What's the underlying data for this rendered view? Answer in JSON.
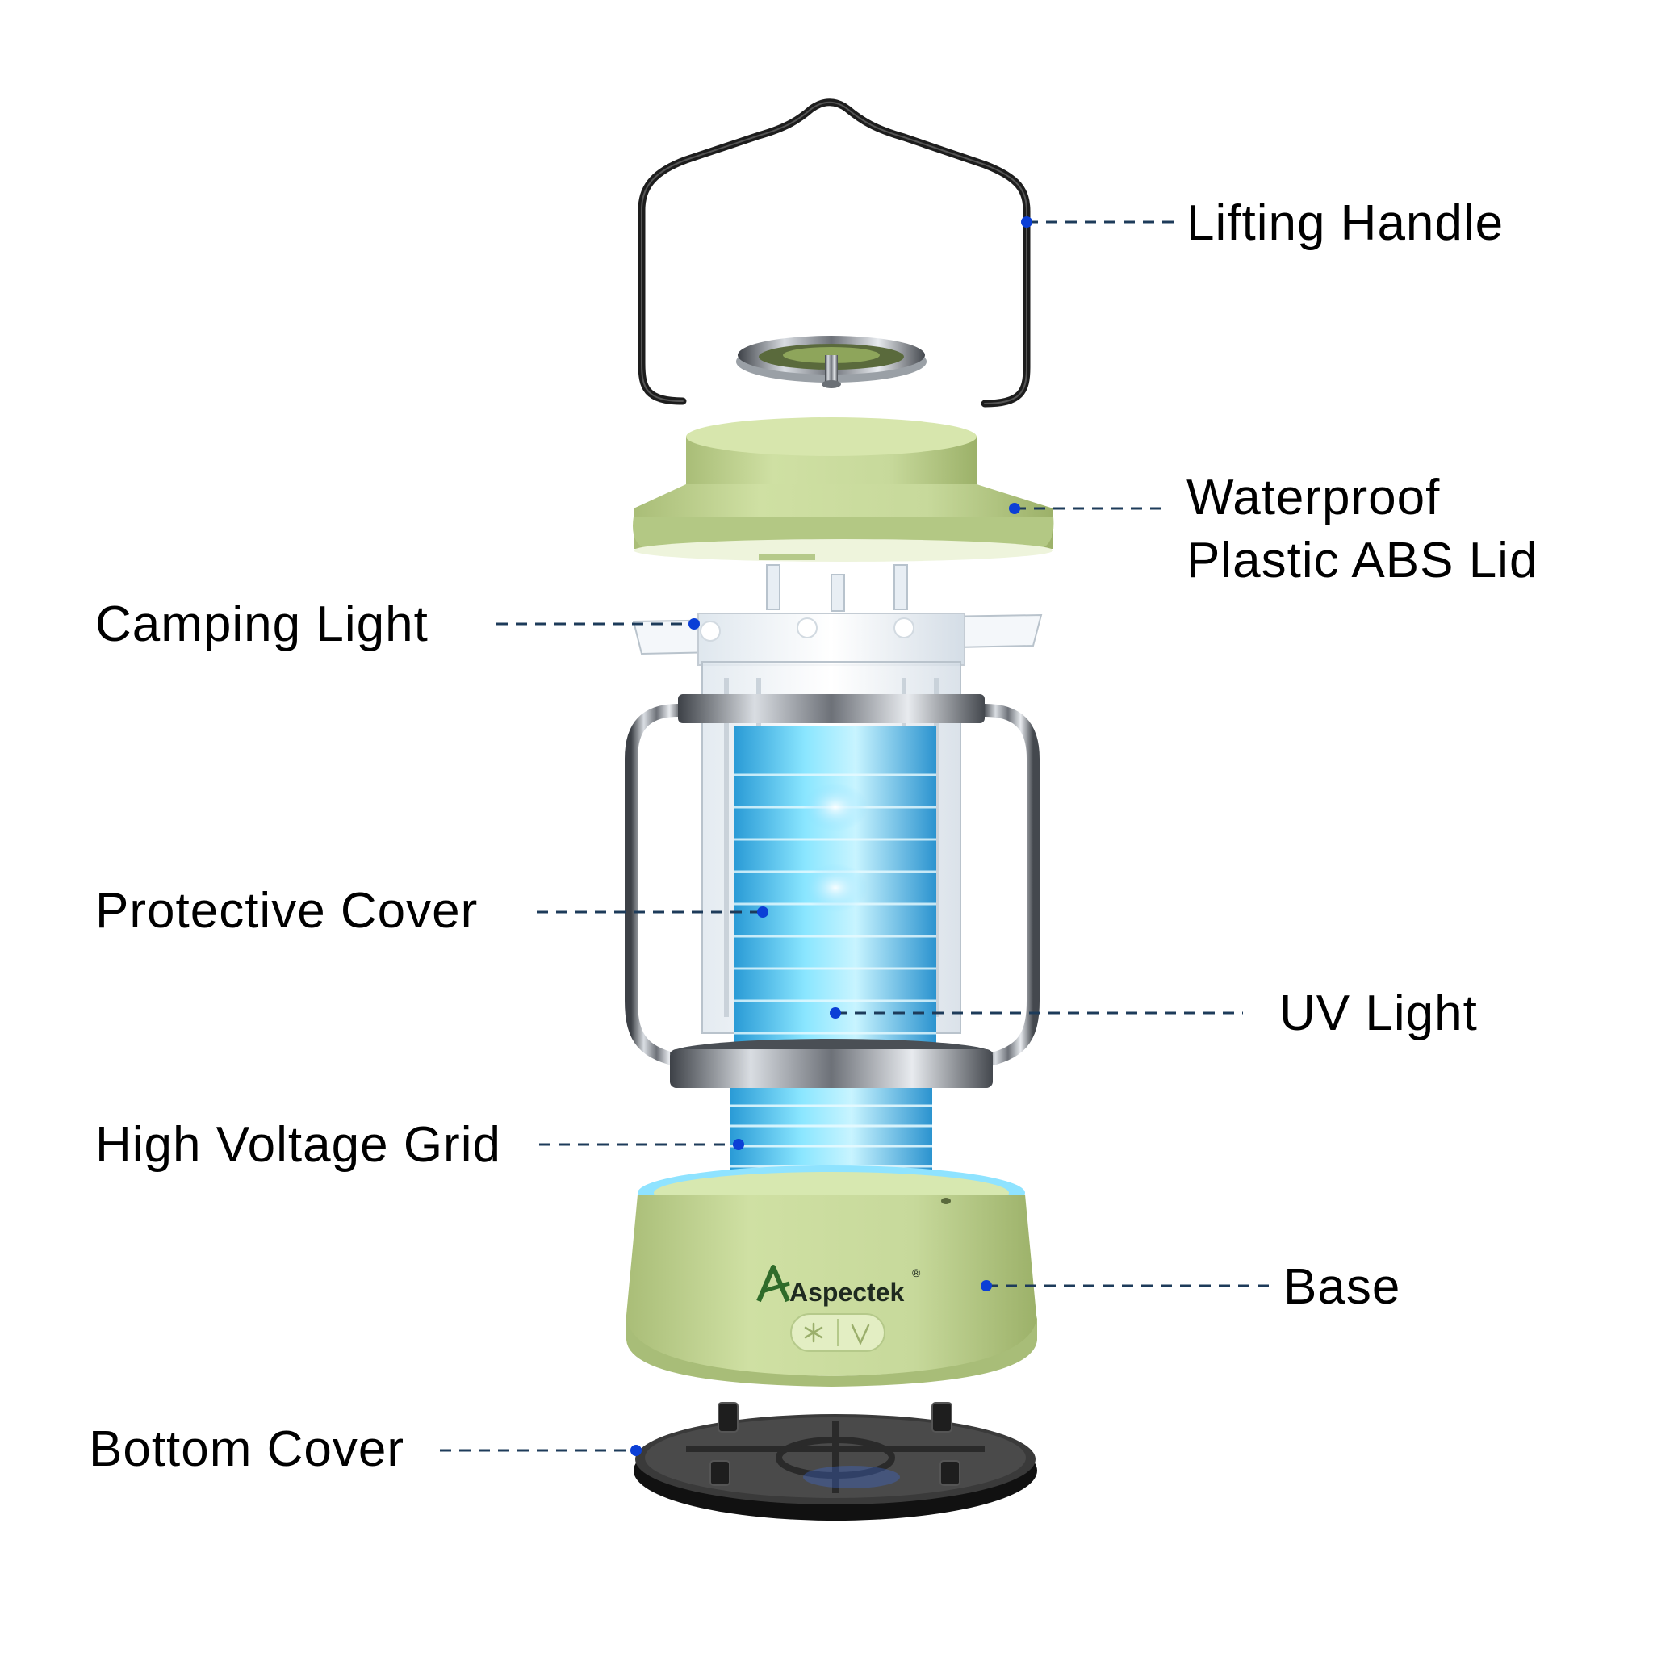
{
  "labels": {
    "lifting_handle": "Lifting Handle",
    "lid_line1": "Waterproof",
    "lid_line2": "Plastic ABS Lid",
    "camping_light": "Camping Light",
    "protective_cover": "Protective Cover",
    "uv_light": "UV Light",
    "high_voltage_grid": "High Voltage Grid",
    "base": "Base",
    "bottom_cover": "Bottom Cover"
  },
  "product": {
    "brand": "Aspectek",
    "brand_mark": "®",
    "button_icons": [
      "snowflake-icon",
      "uv-lamp-icon"
    ]
  },
  "colors": {
    "body_green": "#c6d89a",
    "body_green_dark": "#9fb46d",
    "uv_blue": "#5fd2ff",
    "leader_line": "#1d3b5a",
    "leader_dot": "#0b3fd6",
    "metal": "#8a8f96",
    "handle": "#1d1d1d"
  }
}
